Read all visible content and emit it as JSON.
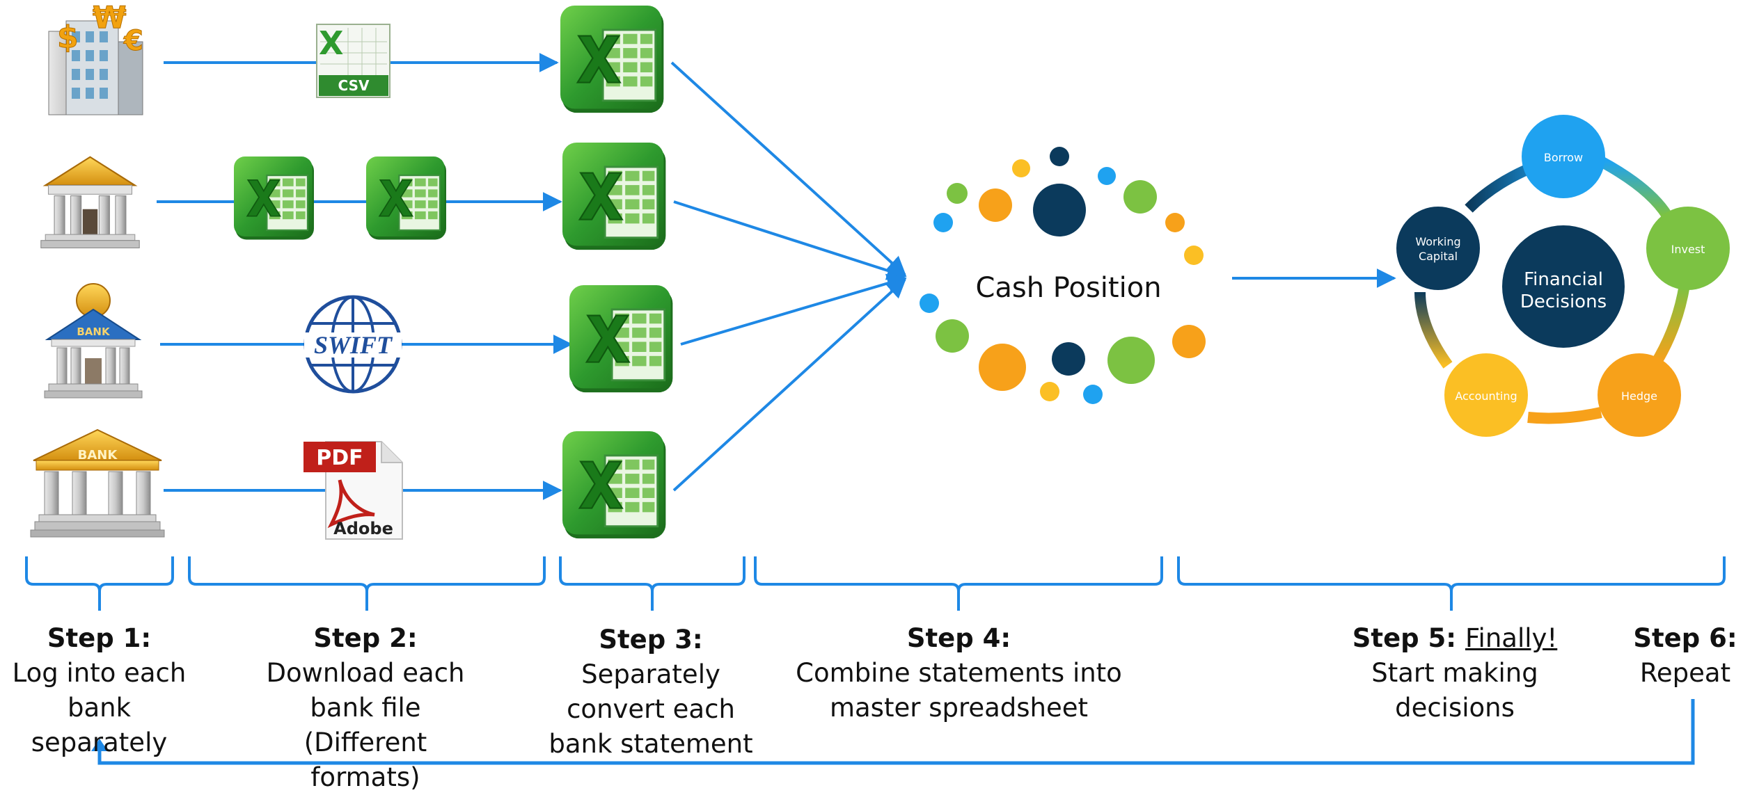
{
  "colors": {
    "flow": "#1e88e5",
    "excel_green": "#2e8b2e",
    "excel_light": "#8fd16a",
    "navy": "#0b3a5c",
    "blue": "#1fa2f0",
    "lime": "#7cc242",
    "orange": "#f7a11a",
    "yellow": "#fbbf24",
    "pdf_red": "#c0201a",
    "gold": "#e9a51e"
  },
  "icons": {
    "row1_bank": "currency-building-icon",
    "row2_bank": "classical-bank-icon",
    "row3_bank": "bank-coin-icon",
    "row4_bank": "bank-gold-icon",
    "csv": "csv-file-icon",
    "excel": "excel-icon",
    "swift": "swift-globe-icon",
    "pdf": "pdf-adobe-icon"
  },
  "file_labels": {
    "csv": "CSV",
    "pdf": "PDF",
    "adobe": "Adobe",
    "swift": "SWIFT",
    "bank": "BANK"
  },
  "cash_position": {
    "label": "Cash Position"
  },
  "cycle": {
    "center": "Financial Decisions",
    "center_line1": "Financial",
    "center_line2": "Decisions",
    "nodes": [
      "Borrow",
      "Invest",
      "Hedge",
      "Accounting",
      "Working Capital"
    ],
    "working_line1": "Working",
    "working_line2": "Capital"
  },
  "steps": [
    {
      "title": "Step 1:",
      "lines": [
        "Log into each",
        "bank separately"
      ]
    },
    {
      "title": "Step 2:",
      "lines": [
        "Download each",
        "bank file (Different",
        "formats)"
      ]
    },
    {
      "title": "Step 3:",
      "lines": [
        "Separately",
        "convert each",
        "bank statement"
      ]
    },
    {
      "title": "Step 4:",
      "lines": [
        "Combine statements into",
        "master spreadsheet"
      ]
    },
    {
      "title": "Step 5:",
      "title_extra": "Finally!",
      "lines": [
        "Start making",
        "decisions"
      ]
    },
    {
      "title": "Step 6:",
      "lines": [
        "Repeat"
      ]
    }
  ]
}
